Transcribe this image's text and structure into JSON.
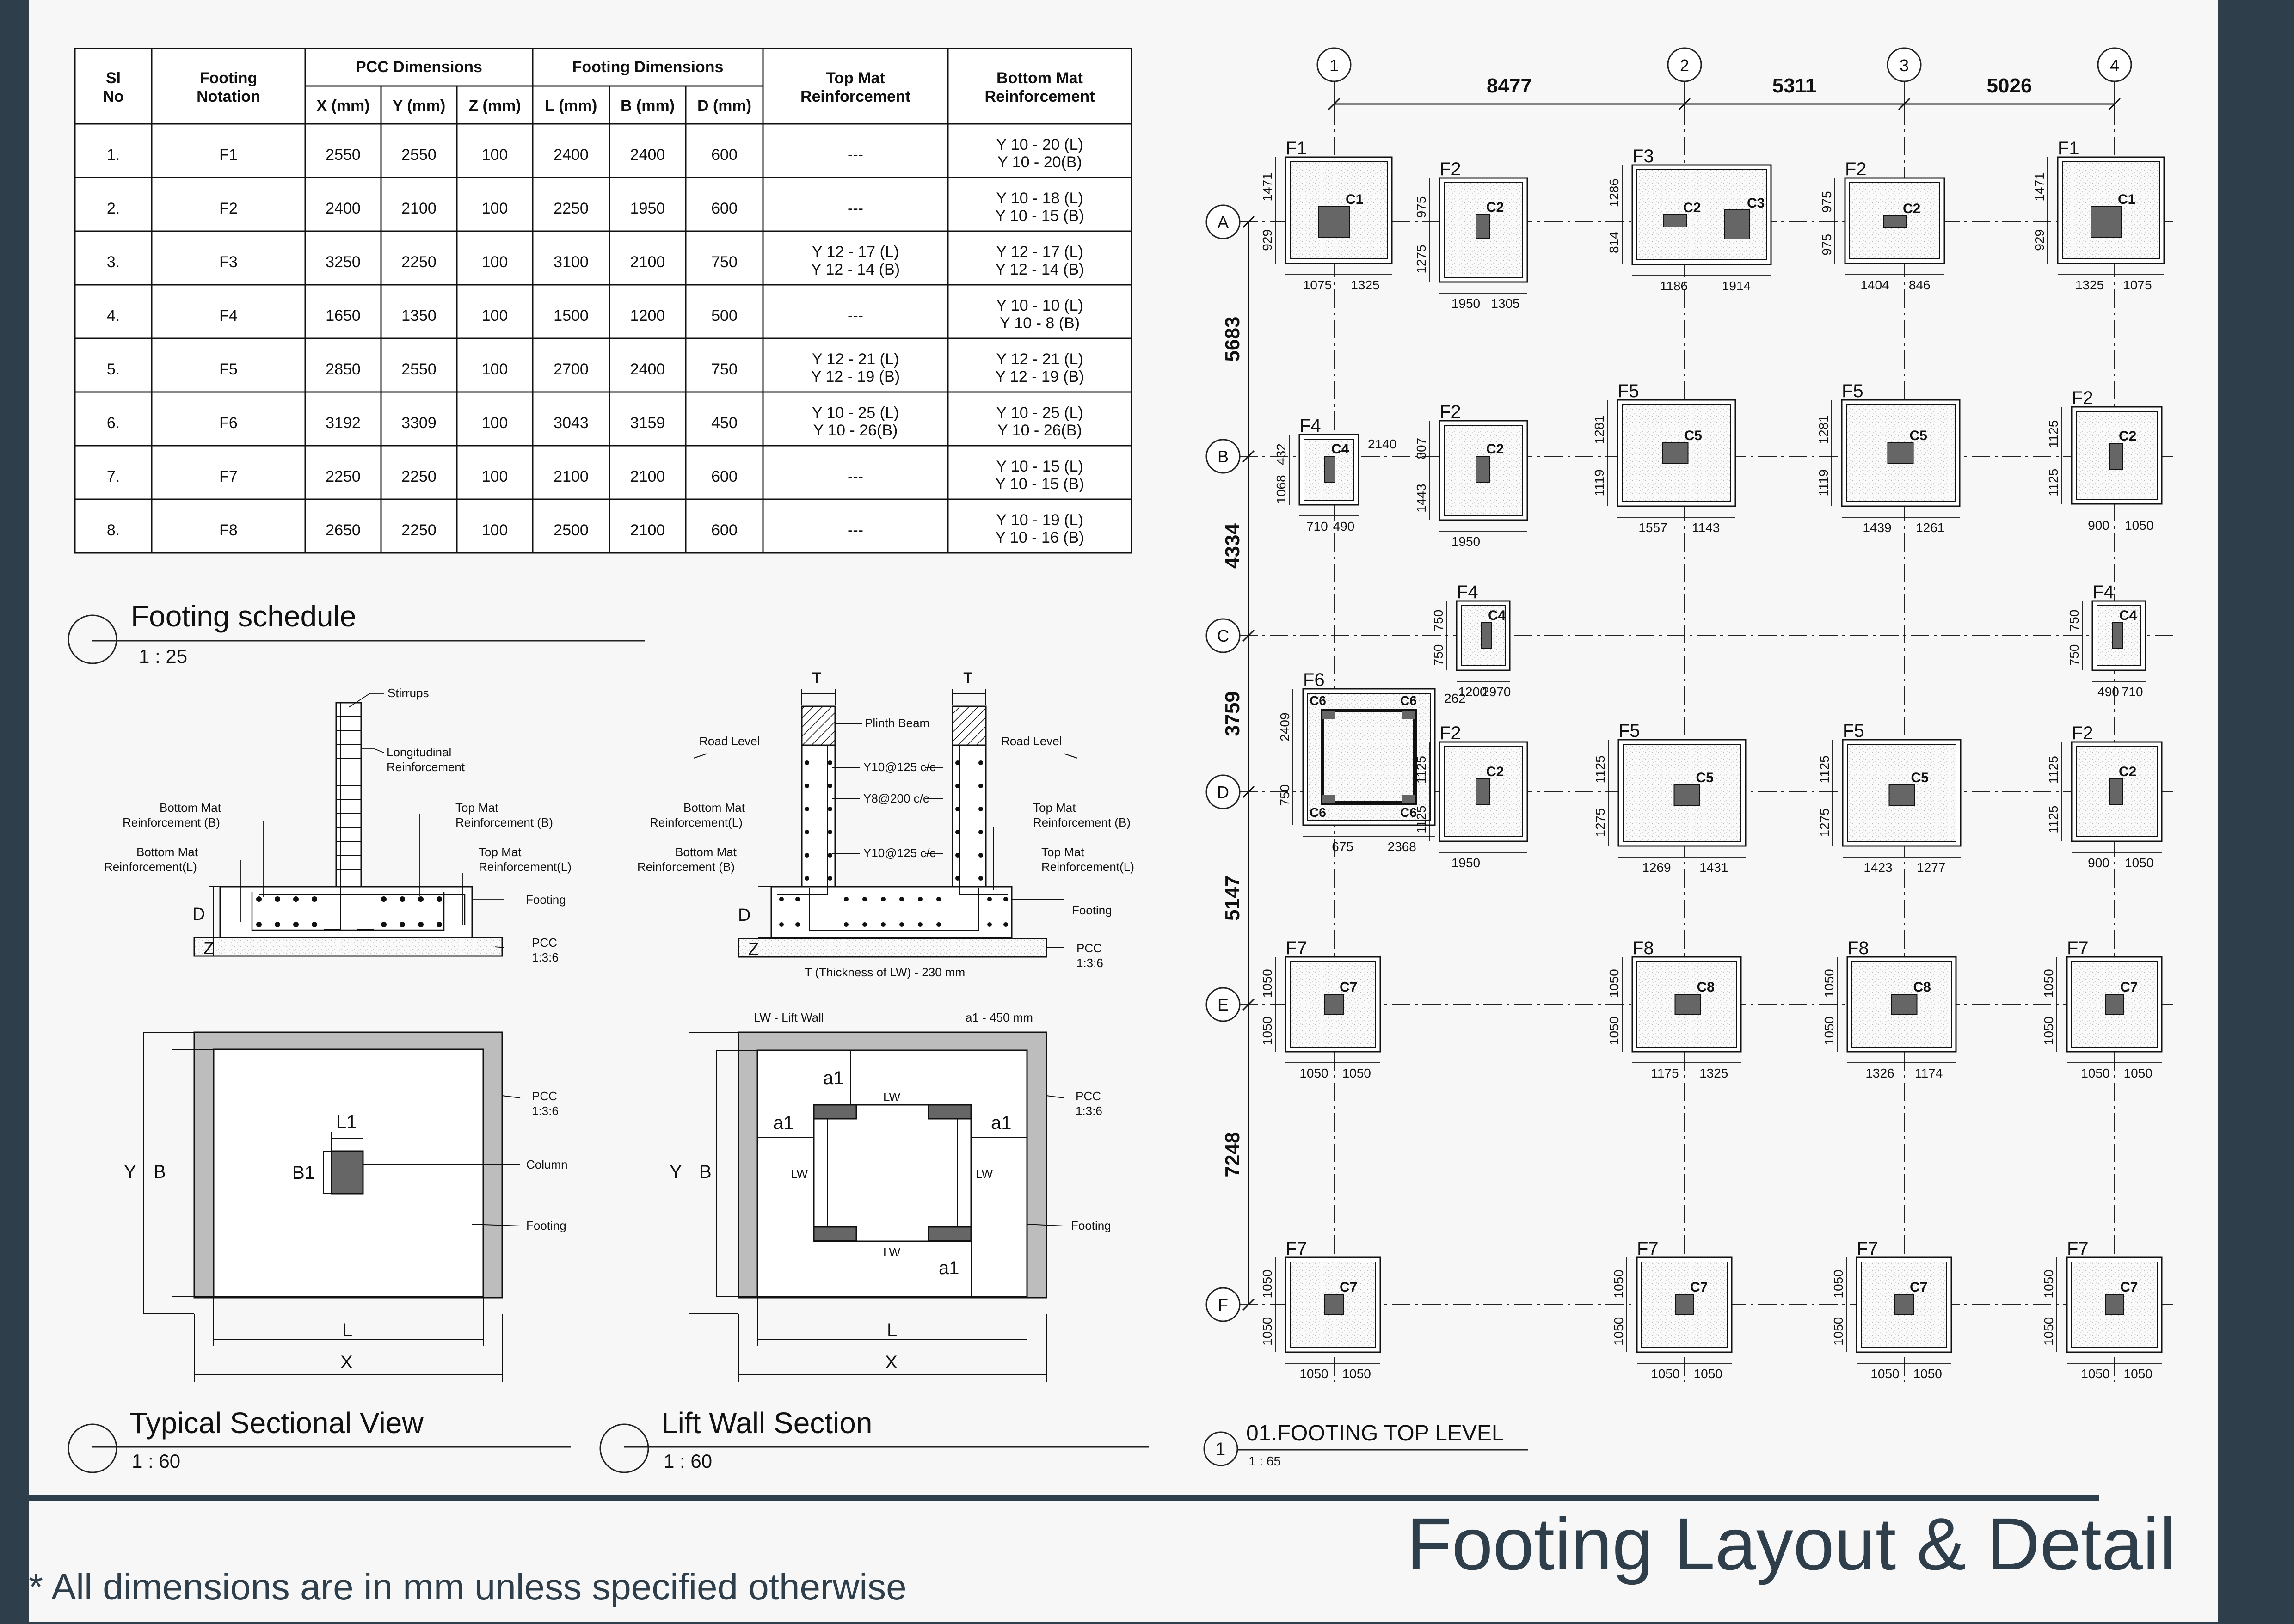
{
  "schedule": {
    "title": "Footing schedule",
    "scale": "1 : 25",
    "headers": {
      "slno": [
        "Sl",
        "No"
      ],
      "notation": [
        "Footing",
        "Notation"
      ],
      "pcc": "PCC Dimensions",
      "footing": "Footing Dimensions",
      "top": [
        "Top Mat",
        "Reinforcement"
      ],
      "bottom": [
        "Bottom Mat",
        "Reinforcement"
      ],
      "sub": [
        "X (mm)",
        "Y (mm)",
        "Z (mm)",
        "L (mm)",
        "B (mm)",
        "D (mm)"
      ]
    },
    "rows": [
      {
        "sl": "1.",
        "notation": "F1",
        "x": "2550",
        "y": "2550",
        "z": "100",
        "l": "2400",
        "b": "2400",
        "d": "600",
        "top": [
          "---"
        ],
        "bottom": [
          "Y 10 - 20 (L)",
          "Y 10 - 20(B)"
        ]
      },
      {
        "sl": "2.",
        "notation": "F2",
        "x": "2400",
        "y": "2100",
        "z": "100",
        "l": "2250",
        "b": "1950",
        "d": "600",
        "top": [
          "---"
        ],
        "bottom": [
          "Y 10 - 18 (L)",
          "Y 10 - 15 (B)"
        ]
      },
      {
        "sl": "3.",
        "notation": "F3",
        "x": "3250",
        "y": "2250",
        "z": "100",
        "l": "3100",
        "b": "2100",
        "d": "750",
        "top": [
          "Y 12 - 17 (L)",
          "Y 12 - 14 (B)"
        ],
        "bottom": [
          "Y 12 - 17 (L)",
          "Y 12 - 14 (B)"
        ]
      },
      {
        "sl": "4.",
        "notation": "F4",
        "x": "1650",
        "y": "1350",
        "z": "100",
        "l": "1500",
        "b": "1200",
        "d": "500",
        "top": [
          "---"
        ],
        "bottom": [
          "Y 10 - 10 (L)",
          "Y 10 - 8 (B)"
        ]
      },
      {
        "sl": "5.",
        "notation": "F5",
        "x": "2850",
        "y": "2550",
        "z": "100",
        "l": "2700",
        "b": "2400",
        "d": "750",
        "top": [
          "Y 12 - 21 (L)",
          "Y 12 - 19 (B)"
        ],
        "bottom": [
          "Y 12 - 21 (L)",
          "Y 12 - 19 (B)"
        ]
      },
      {
        "sl": "6.",
        "notation": "F6",
        "x": "3192",
        "y": "3309",
        "z": "100",
        "l": "3043",
        "b": "3159",
        "d": "450",
        "top": [
          "Y 10 - 25 (L)",
          "Y 10 - 26(B)"
        ],
        "bottom": [
          "Y 10 - 25 (L)",
          "Y 10 - 26(B)"
        ]
      },
      {
        "sl": "7.",
        "notation": "F7",
        "x": "2250",
        "y": "2250",
        "z": "100",
        "l": "2100",
        "b": "2100",
        "d": "600",
        "top": [
          "---"
        ],
        "bottom": [
          "Y 10 - 15 (L)",
          "Y 10 - 15 (B)"
        ]
      },
      {
        "sl": "8.",
        "notation": "F8",
        "x": "2650",
        "y": "2250",
        "z": "100",
        "l": "2500",
        "b": "2100",
        "d": "600",
        "top": [
          "---"
        ],
        "bottom": [
          "Y 10 - 19 (L)",
          "Y 10 - 16 (B)"
        ]
      }
    ]
  },
  "typical_section": {
    "title": "Typical Sectional View",
    "scale": "1 : 60",
    "labels": {
      "stirrups": "Stirrups",
      "long": [
        "Longitudinal",
        "Reinforcement"
      ],
      "bm_b": [
        "Bottom Mat",
        "Reinforcement (B)"
      ],
      "tm_b": [
        "Top Mat",
        "Reinforcement (B)"
      ],
      "bm_l": [
        "Bottom Mat",
        "Reinforcement(L)"
      ],
      "tm_l": [
        "Top Mat",
        "Reinforcement(L)"
      ],
      "footing": "Footing",
      "pcc": [
        "PCC",
        "1:3:6"
      ],
      "d": "D",
      "z": "Z"
    },
    "plan": {
      "column": "Column",
      "footing": "Footing",
      "pcc": [
        "PCC",
        "1:3:6"
      ],
      "l1": "L1",
      "b1": "B1",
      "y": "Y",
      "b": "B",
      "l": "L",
      "x": "X"
    }
  },
  "lift_wall": {
    "title": "Lift Wall Section",
    "scale": "1 : 60",
    "labels": {
      "t": "T",
      "plinth": "Plinth Beam",
      "road_l": "Road Level",
      "road_r": "Road Level",
      "y10a": "Y10@125 c/c",
      "y8": "Y8@200 c/c",
      "y10b": "Y10@125 c/c",
      "bm_l": [
        "Bottom Mat",
        "Reinforcement(L)"
      ],
      "tm_b": [
        "Top Mat",
        "Reinforcement (B)"
      ],
      "bm_b": [
        "Bottom Mat",
        "Reinforcement (B)"
      ],
      "tm_l": [
        "Top Mat",
        "Reinforcement(L)"
      ],
      "footing": "Footing",
      "pcc": [
        "PCC",
        "1:3:6"
      ],
      "thickness": "T (Thickness of LW) - 230 mm",
      "d": "D",
      "z": "Z"
    },
    "plan": {
      "lw_note": "LW - Lift Wall",
      "a1_note": "a1 - 450 mm",
      "a1": "a1",
      "lw": "LW",
      "pcc": [
        "PCC",
        "1:3:6"
      ],
      "footing": "Footing",
      "y": "Y",
      "b": "B",
      "l": "L",
      "x": "X"
    }
  },
  "layout": {
    "title": "01.FOOTING TOP LEVEL",
    "scale": "1 : 65",
    "number": "1",
    "grid_cols": [
      "1",
      "2",
      "3",
      "4"
    ],
    "grid_rows": [
      "A",
      "B",
      "C",
      "D",
      "E",
      "F"
    ],
    "col_spacings": [
      "8477",
      "5311",
      "5026"
    ],
    "row_spacings": [
      "5683",
      "4334",
      "3759",
      "5147",
      "7248"
    ],
    "footings": [
      {
        "tag": "F1",
        "col": "C1",
        "dims": [
          "1471",
          "929",
          "1075",
          "1325"
        ]
      },
      {
        "tag": "F2",
        "col": "C2",
        "dims": [
          "975",
          "1275",
          "1950",
          "1305"
        ]
      },
      {
        "tag": "F3",
        "col": "C2",
        "col2": "C3",
        "dims": [
          "1286",
          "814",
          "1186",
          "1914"
        ]
      },
      {
        "tag": "F2",
        "col": "C2",
        "dims": [
          "975",
          "975",
          "1404",
          "846"
        ]
      },
      {
        "tag": "F1",
        "col": "C1",
        "dims": [
          "1471",
          "929",
          "1325",
          "1075"
        ]
      },
      {
        "tag": "F4",
        "col": "C4",
        "dims": [
          "432",
          "1068",
          "710",
          "490",
          "2140"
        ]
      },
      {
        "tag": "F2",
        "col": "C2",
        "dims": [
          "807",
          "1443",
          "1950"
        ]
      },
      {
        "tag": "F5",
        "col": "C5",
        "dims": [
          "1281",
          "1119",
          "1557",
          "1143"
        ]
      },
      {
        "tag": "F5",
        "col": "C5",
        "dims": [
          "1281",
          "1119",
          "1439",
          "1261"
        ]
      },
      {
        "tag": "F2",
        "col": "C2",
        "dims": [
          "1125",
          "1125",
          "900",
          "1050"
        ]
      },
      {
        "tag": "F4",
        "col": "C4",
        "dims": [
          "750",
          "750",
          "1200",
          "2970"
        ]
      },
      {
        "tag": "F4",
        "col": "C4",
        "dims": [
          "750",
          "750",
          "490",
          "710"
        ]
      },
      {
        "tag": "F6",
        "col": "C6",
        "dims": [
          "2409",
          "750",
          "675",
          "2368",
          "262"
        ]
      },
      {
        "tag": "F2",
        "col": "C2",
        "dims": [
          "1125",
          "1125",
          "1950"
        ]
      },
      {
        "tag": "F5",
        "col": "C5",
        "dims": [
          "1125",
          "1275",
          "1269",
          "1431"
        ]
      },
      {
        "tag": "F5",
        "col": "C5",
        "dims": [
          "1125",
          "1275",
          "1423",
          "1277"
        ]
      },
      {
        "tag": "F2",
        "col": "C2",
        "dims": [
          "1125",
          "1125",
          "900",
          "1050"
        ]
      },
      {
        "tag": "F7",
        "col": "C7",
        "dims": [
          "1050",
          "1050",
          "1050",
          "1050"
        ]
      },
      {
        "tag": "F8",
        "col": "C8",
        "dims": [
          "1050",
          "1050",
          "1175",
          "1325"
        ]
      },
      {
        "tag": "F8",
        "col": "C8",
        "dims": [
          "1050",
          "1050",
          "1326",
          "1174"
        ]
      },
      {
        "tag": "F7",
        "col": "C7",
        "dims": [
          "1050",
          "1050",
          "1050",
          "1050"
        ]
      },
      {
        "tag": "F7",
        "col": "C7",
        "dims": [
          "1050",
          "1050",
          "1050",
          "1050"
        ]
      },
      {
        "tag": "F7",
        "col": "C7",
        "dims": [
          "1050",
          "1050",
          "1050",
          "1050"
        ]
      },
      {
        "tag": "F7",
        "col": "C7",
        "dims": [
          "1050",
          "1050",
          "1050",
          "1050"
        ]
      },
      {
        "tag": "F7",
        "col": "C7",
        "dims": [
          "1050",
          "1050",
          "1050",
          "1050"
        ]
      }
    ]
  },
  "footer": {
    "title": "Footing Layout & Detail",
    "note": "* All dimensions are in mm unless specified otherwise"
  },
  "colors": {
    "frame": "#2e3e4a",
    "paper": "#f7f7f7",
    "ink": "#111111",
    "title": "#2e3e4a",
    "pcc": "#bdbdbd",
    "column": "#666666"
  }
}
